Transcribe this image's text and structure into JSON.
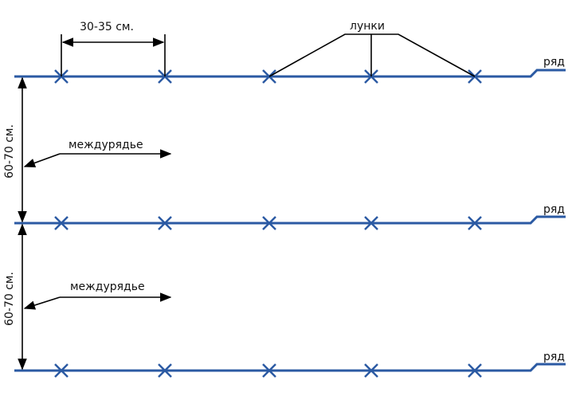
{
  "labels": {
    "spacing": "30-35 см.",
    "holes": "лунки",
    "row": "ряд",
    "row_spacing": "60-70 см.",
    "interrow": "междурядье"
  },
  "colors": {
    "row_line": "#2b5aa3",
    "annotation": "#000000"
  }
}
